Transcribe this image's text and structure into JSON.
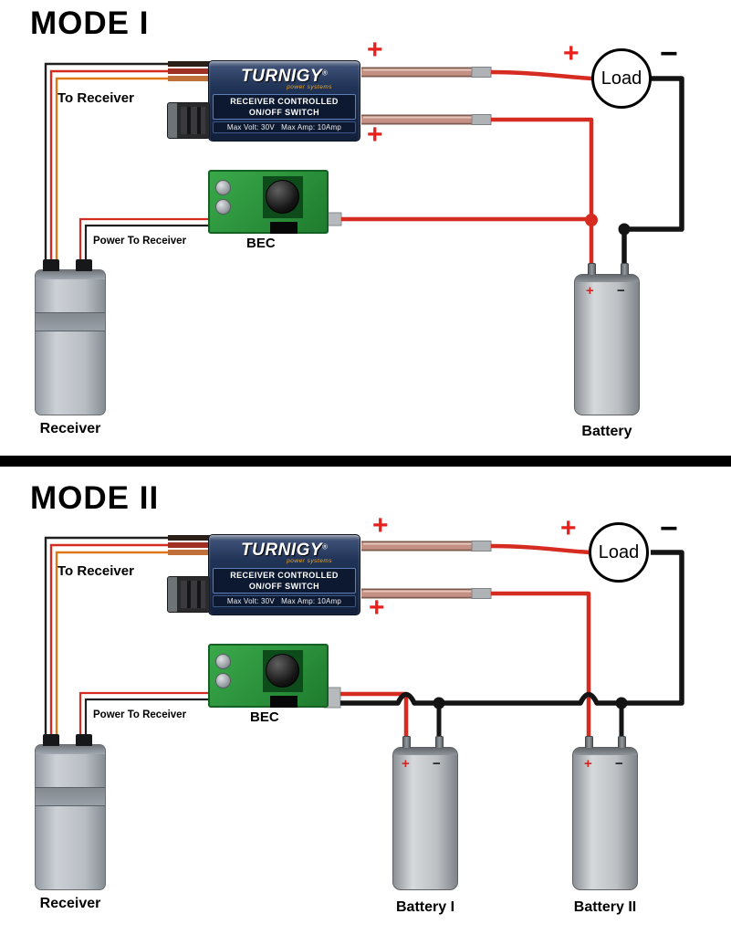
{
  "shared": {
    "switch": {
      "brand": "TURNIGY",
      "brand_reg": "®",
      "brand_sub": "power systems",
      "title_line1": "RECEIVER CONTROLLED",
      "title_line2": "ON/OFF SWITCH",
      "specs": "Max Volt: 30V   Max Amp: 10Amp"
    },
    "labels": {
      "to_receiver": "To Receiver",
      "power_to_receiver": "Power To Receiver",
      "bec": "BEC",
      "receiver": "Receiver",
      "load": "Load",
      "plus": "+",
      "minus": "−"
    },
    "colors": {
      "wire_red": "#d62b20",
      "wire_black": "#141414",
      "wire_orange": "#e07818",
      "cable_pink": "#c49084",
      "pcb_green": "#2f9e41",
      "switch_navy": "#17233f",
      "brand_orange": "#f5a623"
    }
  },
  "mode1": {
    "title": "MODE I",
    "battery_label": "Battery"
  },
  "mode2": {
    "title": "MODE II",
    "battery1_label": "Battery I",
    "battery2_label": "Battery II"
  }
}
